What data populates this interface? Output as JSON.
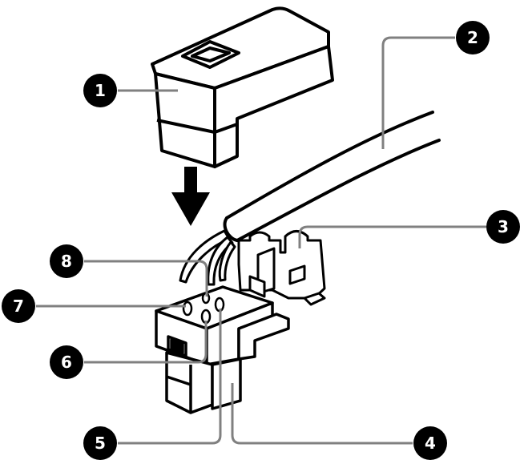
{
  "callouts": [
    {
      "id": "c1",
      "label": "1",
      "part": "cap"
    },
    {
      "id": "c2",
      "label": "2",
      "part": "cable"
    },
    {
      "id": "c3",
      "label": "3",
      "part": "clip"
    },
    {
      "id": "c4",
      "label": "4",
      "part": "housing-bottom"
    },
    {
      "id": "c5",
      "label": "5",
      "part": "pin-right"
    },
    {
      "id": "c6",
      "label": "6",
      "part": "pin-middle"
    },
    {
      "id": "c7",
      "label": "7",
      "part": "pin-left"
    },
    {
      "id": "c8",
      "label": "8",
      "part": "wire"
    }
  ],
  "colors": {
    "line": "#000000",
    "fill": "#ffffff",
    "leader": "#808080",
    "badge": "#000000"
  }
}
